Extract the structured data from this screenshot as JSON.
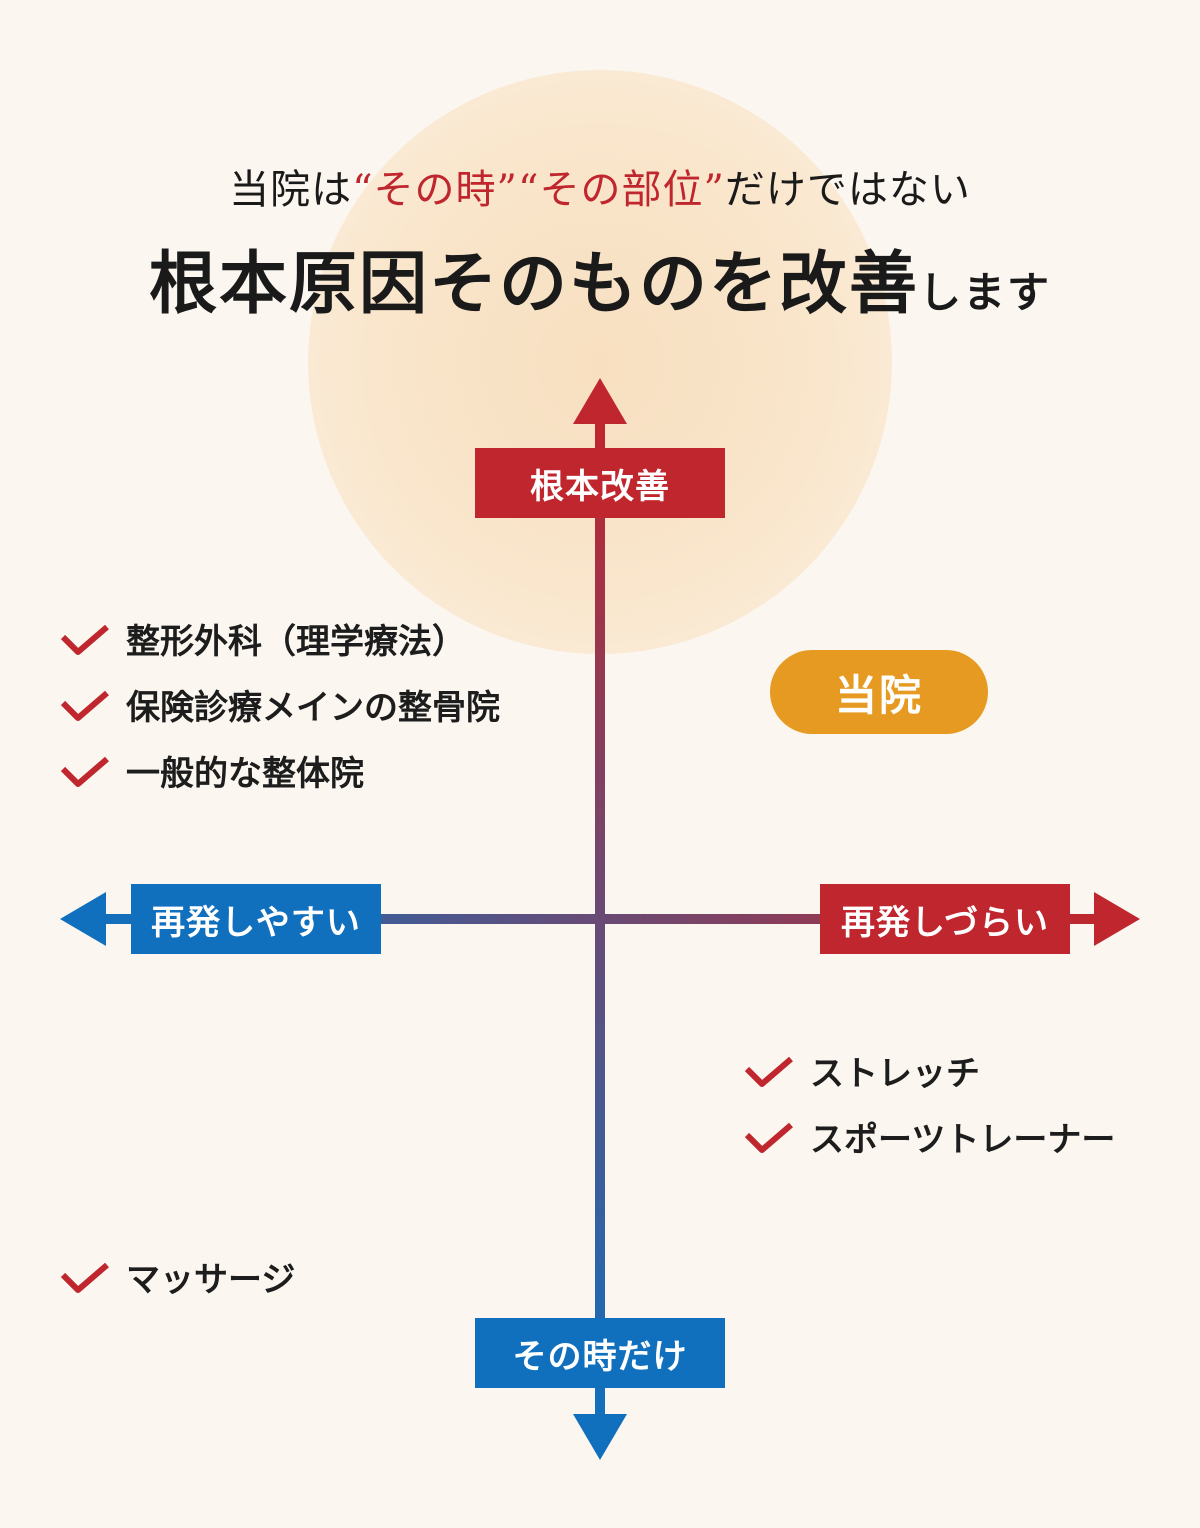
{
  "headline": {
    "line1_a": "当院は",
    "line1_q1": "“その時”",
    "line1_q2": "“その部位”",
    "line1_b": "だけではない",
    "line2_main": "根本原因そのものを改善",
    "line2_small": "します"
  },
  "axes": {
    "top": "根本改善",
    "bottom": "その時だけ",
    "left": "再発しやすい",
    "right": "再発しづらい"
  },
  "our_clinic": "当院",
  "quadrants": {
    "top_left": [
      "整形外科（理学療法）",
      "保険診療メインの整骨院",
      "一般的な整体院"
    ],
    "bottom_right": [
      "ストレッチ",
      "スポーツトレーナー"
    ],
    "bottom_left": [
      "マッサージ"
    ]
  },
  "colors": {
    "red": "#c0262d",
    "blue": "#1170be",
    "orange": "#e69a22",
    "background": "#fbf7f0"
  }
}
